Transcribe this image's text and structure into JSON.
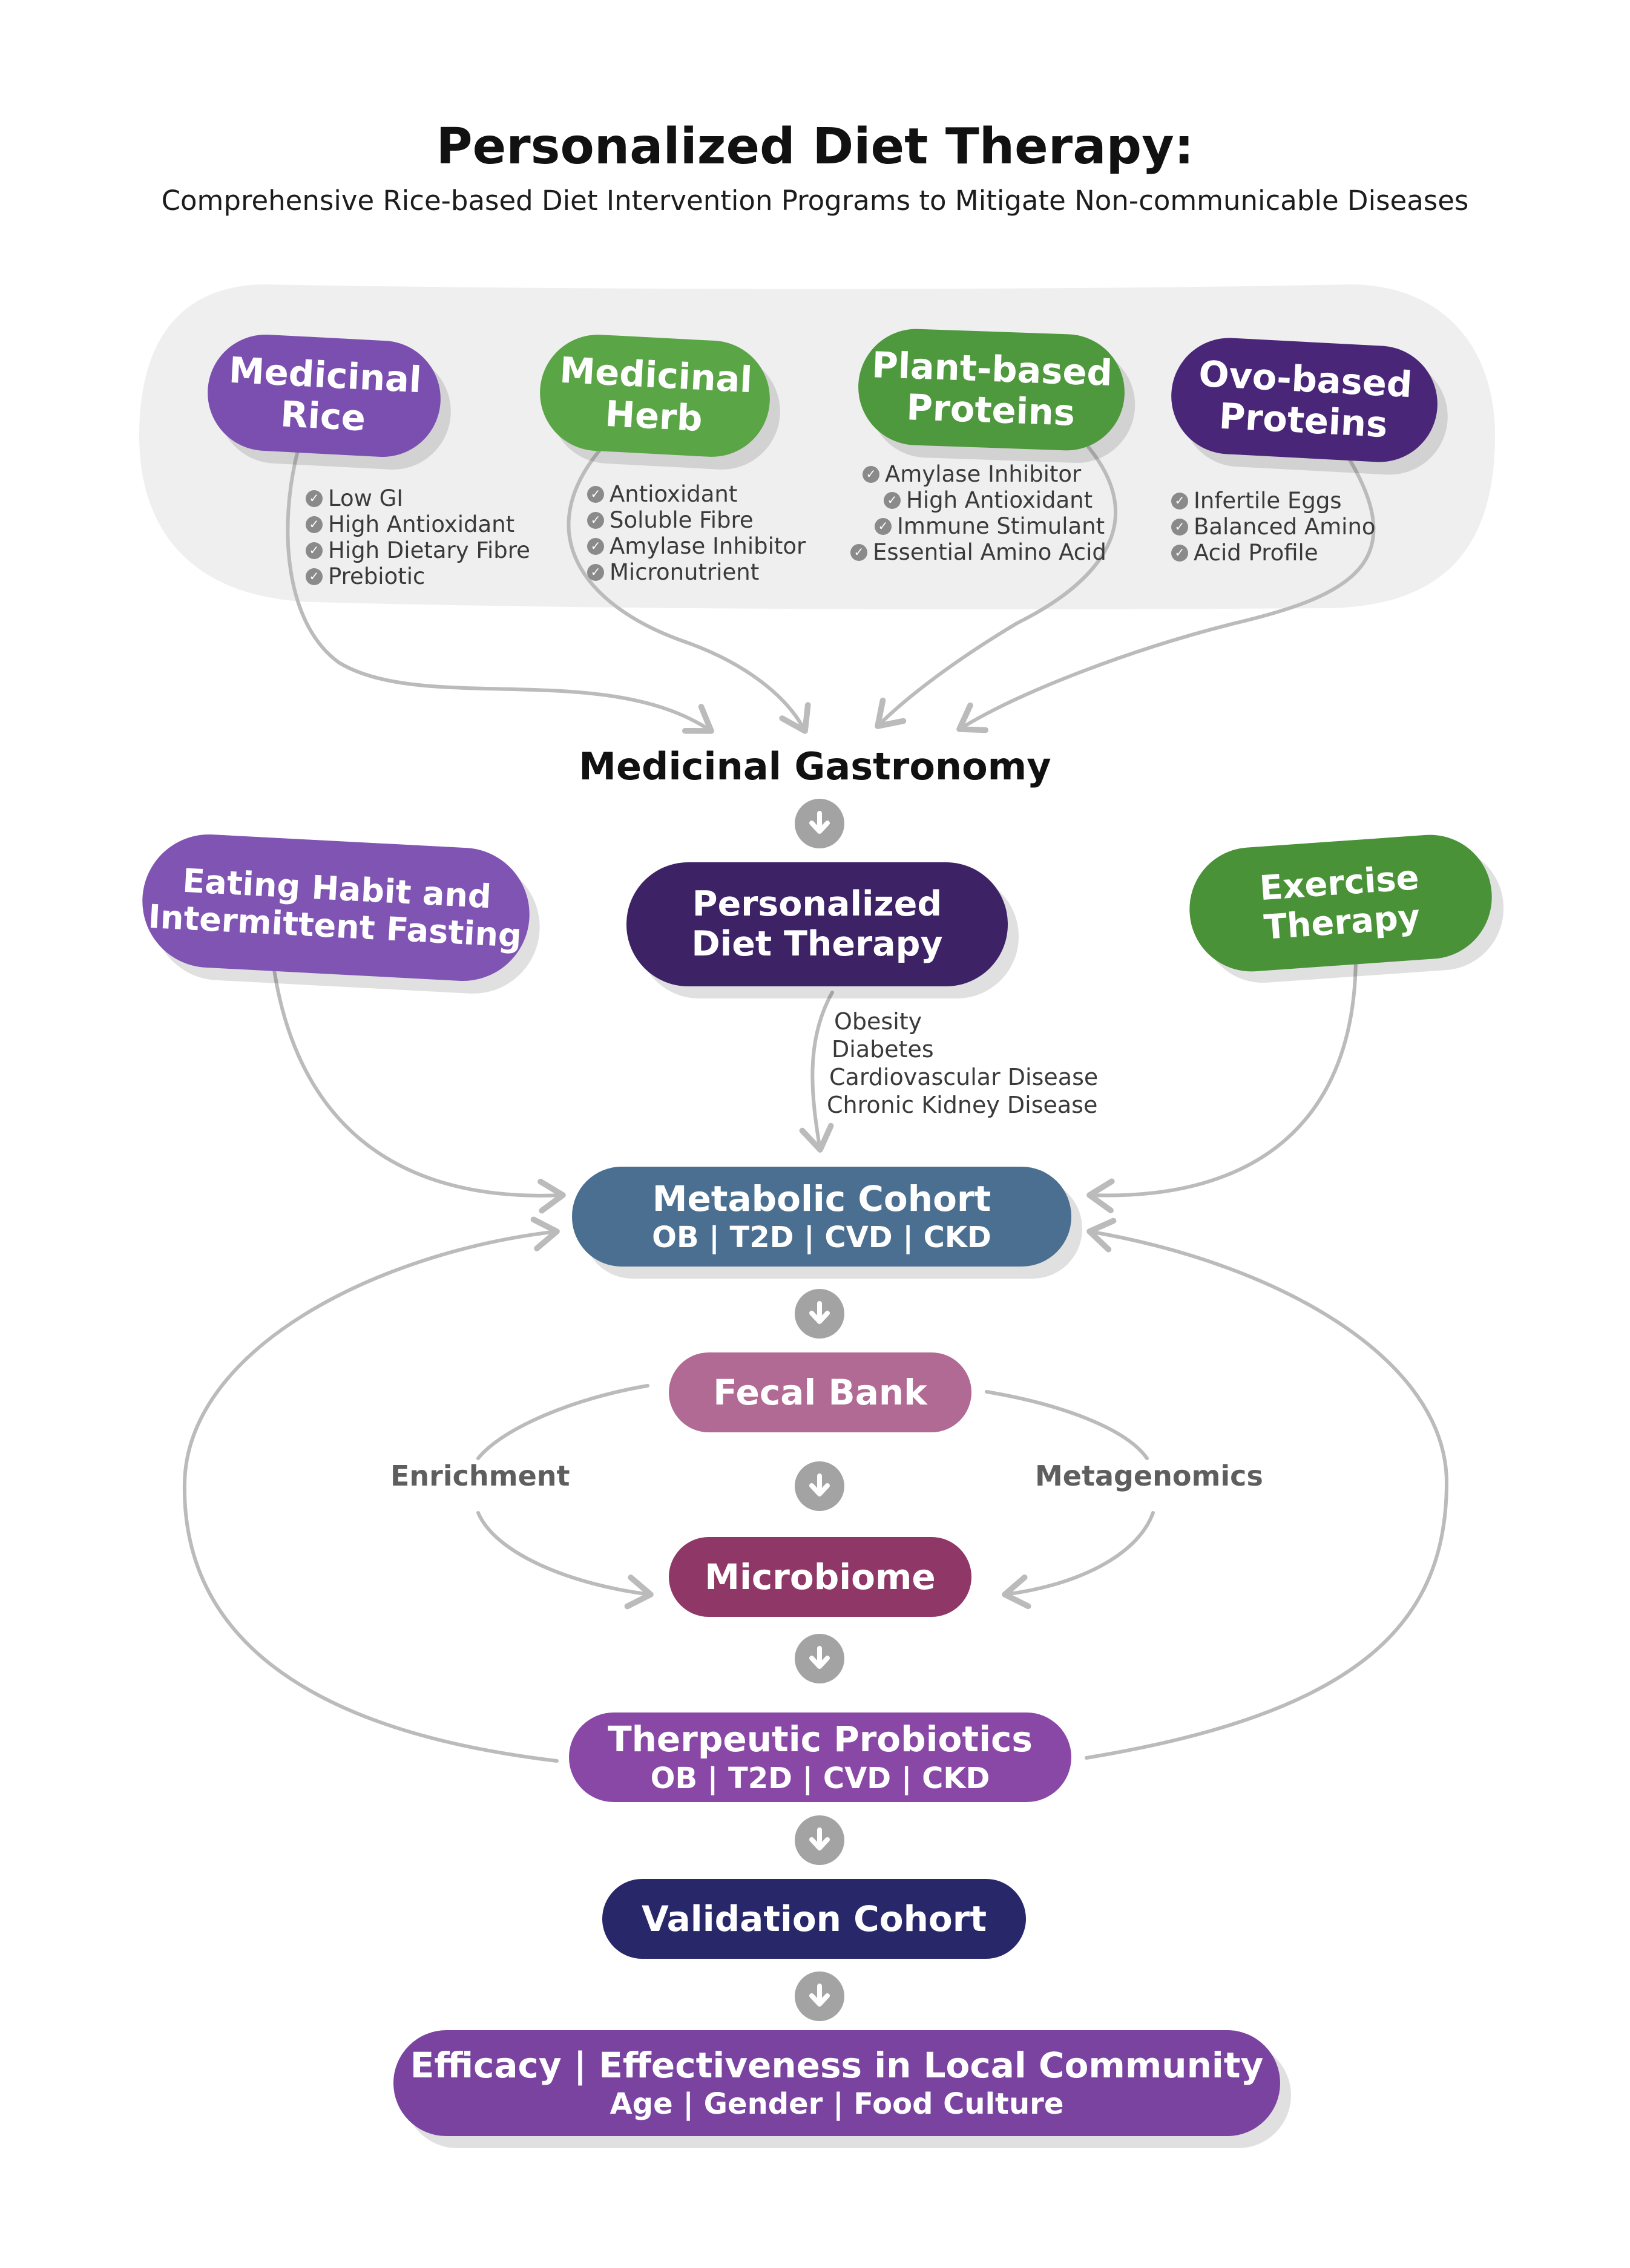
{
  "header": {
    "title": "Personalized Diet Therapy:",
    "subtitle": "Comprehensive Rice-based Diet Intervention Programs to Mitigate Non-communicable Diseases"
  },
  "colors": {
    "purple": "#7b4fb0",
    "green": "#4f9a3f",
    "dark_purple": "#3d2266",
    "steel_blue": "#4a6f90",
    "pink": "#b06a93",
    "magenta": "#8f3766",
    "violet": "#8a48a6",
    "navy": "#27276a",
    "arrow_gray": "#bbbbbb"
  },
  "sources": [
    {
      "title_line1": "Medicinal",
      "title_line2": "Rice",
      "items": [
        "Low GI",
        "High Antioxidant",
        "High Dietary Fibre",
        "Prebiotic"
      ]
    },
    {
      "title_line1": "Medicinal",
      "title_line2": "Herb",
      "items": [
        "Antioxidant",
        "Soluble Fibre",
        "Amylase Inhibitor",
        "Micronutrient"
      ]
    },
    {
      "title_line1": "Plant-based",
      "title_line2": "Proteins",
      "items": [
        "Amylase Inhibitor",
        "High Antioxidant",
        "Immune Stimulant",
        "Essential Amino Acid"
      ]
    },
    {
      "title_line1": "Ovo-based",
      "title_line2": "Proteins",
      "items": [
        "Infertile Eggs",
        "Balanced Amino",
        "Acid Profile"
      ]
    }
  ],
  "medicinal_gastronomy": "Medicinal Gastronomy",
  "interventions": {
    "eating": {
      "line1": "Eating Habit and",
      "line2": "Intermittent Fasting"
    },
    "diet": {
      "line1": "Personalized",
      "line2": "Diet Therapy"
    },
    "exercise": {
      "line1": "Exercise",
      "line2": "Therapy"
    }
  },
  "diseases": [
    "Obesity",
    "Diabetes",
    "Cardiovascular Disease",
    "Chronic Kidney Disease"
  ],
  "metabolic_cohort": {
    "title": "Metabolic Cohort",
    "sub": "OB | T2D | CVD | CKD"
  },
  "fecal_bank": "Fecal Bank",
  "enrichment": "Enrichment",
  "metagenomics": "Metagenomics",
  "microbiome": "Microbiome",
  "probiotics": {
    "title": "Therpeutic Probiotics",
    "sub": "OB | T2D | CVD | CKD"
  },
  "validation_cohort": "Validation Cohort",
  "efficacy": {
    "title": "Efficacy | Effectiveness in Local Community",
    "sub": "Age | Gender | Food Culture"
  }
}
